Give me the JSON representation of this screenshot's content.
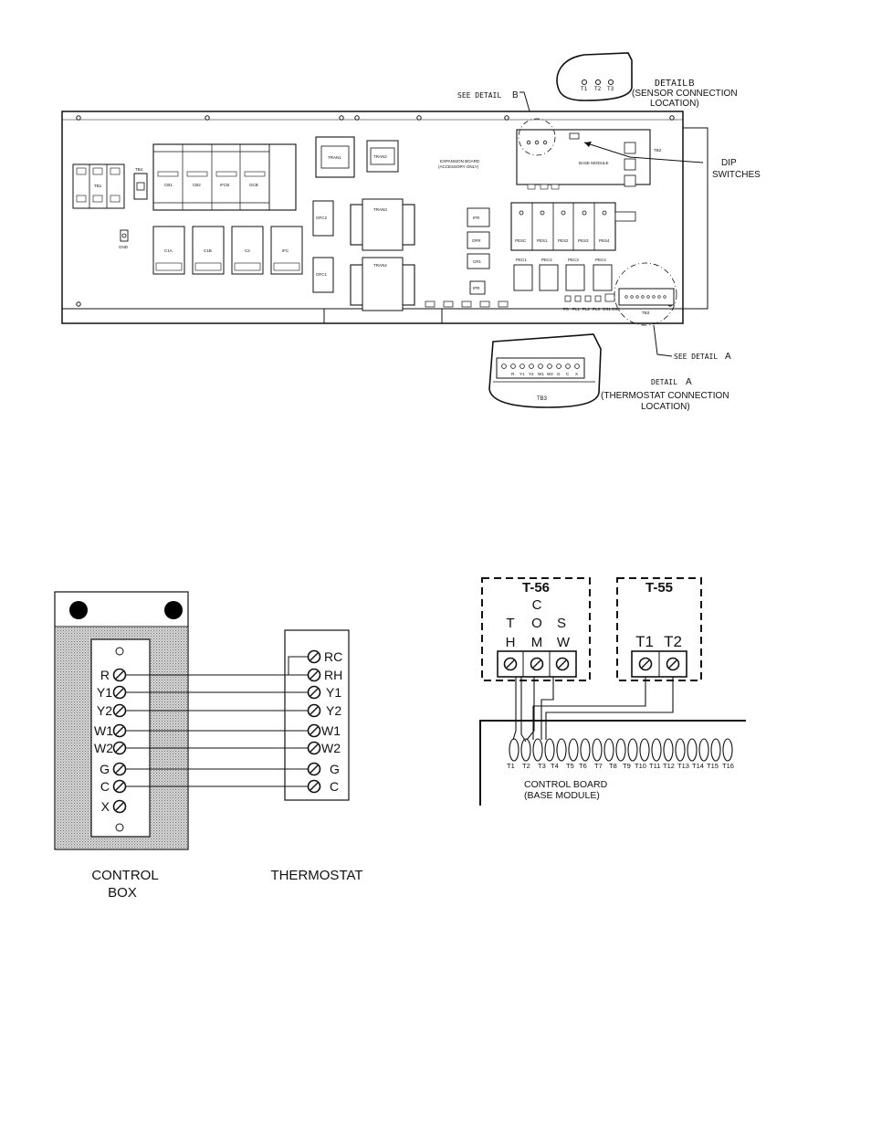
{
  "panel": {
    "detail_b_label": "DETAIL",
    "detail_b_letter": "B",
    "detail_b_caption": "(SENSOR CONNECTION",
    "detail_b_caption2": "LOCATION)",
    "detail_b_terms": [
      "T1",
      "T2",
      "T3"
    ],
    "see_detail_b": "SEE DETAIL",
    "see_detail_b_letter": "B",
    "dip_switches_1": "DIP",
    "dip_switches_2": "SWITCHES",
    "see_detail_a": "SEE DETAIL",
    "see_detail_a_letter": "A",
    "detail_a_label": "DETAIL",
    "detail_a_letter": "A",
    "detail_a_caption": "(THERMOSTAT CONNECTION",
    "detail_a_caption2": "LOCATION)",
    "detail_a_terms": [
      "R",
      "Y1",
      "Y2",
      "W1",
      "W2",
      "G",
      "C",
      "X"
    ],
    "detail_a_block": "TB3",
    "tb1": "TB1",
    "tb4": "TB4",
    "gnd": "GND",
    "upper_contactors": [
      "CB1",
      "CB2",
      "IFCB",
      "OCB"
    ],
    "lower_contactors": [
      "C1A",
      "C1B",
      "C2",
      "IFC"
    ],
    "tran4_small": "TRAN1",
    "tran2": "TRAN2",
    "tran3": "TRAN3",
    "tran4": "TRAN4",
    "ofc2": "OFC2",
    "ofc1": "OFC1",
    "expansion_1": "EXPANSION BOARD",
    "expansion_2": "(ACCESSORY ONLY)",
    "base_module": "BASE MODULE",
    "tb2": "TB2",
    "pes": [
      "PESC",
      "PES1",
      "PES2",
      "PES3",
      "PES4"
    ],
    "pec": [
      "PEC1",
      "PEC2",
      "PEC3",
      "PEC4"
    ],
    "relays": [
      "IFR",
      "OFR",
      "CR1"
    ],
    "ipr": "IPR",
    "tb3": "TB3",
    "small_labels": [
      "FS",
      "PL1",
      "PL2",
      "PL3",
      "OS1",
      "OS2"
    ]
  },
  "control_box": {
    "caption_1": "CONTROL",
    "caption_2": "BOX",
    "terminals": [
      "R",
      "Y1",
      "Y2",
      "W1",
      "W2",
      "G",
      "C",
      "X"
    ]
  },
  "thermostat": {
    "caption": "THERMOSTAT",
    "terminals": [
      "RC",
      "RH",
      "Y1",
      "Y2",
      "W1",
      "W2",
      "G",
      "C"
    ]
  },
  "sensors": {
    "t56_title": "T-56",
    "t56_row1": [
      "C"
    ],
    "t56_row2": [
      "T",
      "O",
      "S"
    ],
    "t56_row3": [
      "H",
      "M",
      "W"
    ],
    "t55_title": "T-55",
    "t55_terms": [
      "T1",
      "T2"
    ],
    "board_terms": [
      "T1",
      "T2",
      "T3",
      "T4",
      "T5",
      "T6",
      "T7",
      "T8",
      "T9",
      "T10",
      "T11",
      "T12",
      "T13",
      "T14",
      "T15",
      "T16"
    ],
    "board_caption_1": "CONTROL BOARD",
    "board_caption_2": "(BASE MODULE)"
  }
}
